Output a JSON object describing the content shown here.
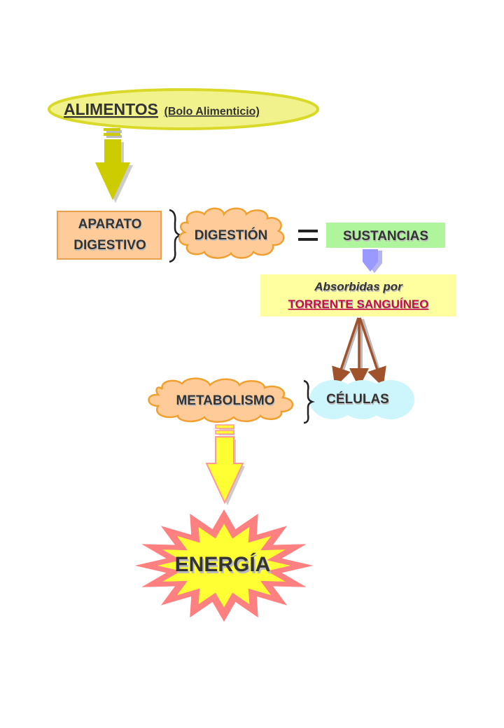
{
  "nodes": {
    "alimentos": {
      "main": "ALIMENTOS",
      "sub": "(Bolo Alimenticio)"
    },
    "aparato": {
      "line1": "APARATO",
      "line2": "DIGESTIVO"
    },
    "digestion": {
      "label": "DIGESTIÓN"
    },
    "sustancias": {
      "label": "SUSTANCIAS"
    },
    "absorbidas": {
      "line1": "Absorbidas por",
      "line2": "TORRENTE SANGUÍNEO"
    },
    "metabolismo": {
      "label": "METABOLISMO"
    },
    "celulas": {
      "label": "CÉLULAS"
    },
    "energia": {
      "label": "ENERGÍA"
    }
  },
  "colors": {
    "yellow_fill": "#F2F28C",
    "yellow_stroke": "#D9D92A",
    "olive_arrow": "#CCCC00",
    "cloud_fill": "#FFCC99",
    "cloud_stroke": "#F0A030",
    "sustancias_fill": "#AEF59B",
    "absorbidas_fill": "#FFFFA0",
    "torrente_text": "#C0104A",
    "periwinkle": "#9999FF",
    "cell_fill": "#CCF6FB",
    "brown_arrow": "#A0522D",
    "bright_yellow_arrow": "#FFFF33",
    "arrow_outline": "#FF9999",
    "star_outer": "#FF8080",
    "star_inner": "#FFFF33"
  },
  "icons": {
    "equals": "equals-icon",
    "brace": "right-brace-icon"
  }
}
